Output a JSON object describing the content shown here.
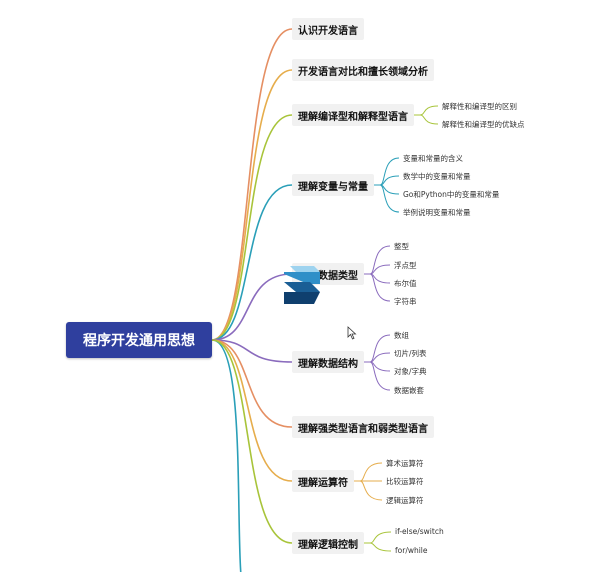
{
  "root": {
    "label": "程序开发通用思想"
  },
  "branches": [
    {
      "label": "认识开发语言",
      "color": "#e58f63",
      "children": []
    },
    {
      "label": "开发语言对比和擅长领域分析",
      "color": "#e6ad4c",
      "children": []
    },
    {
      "label": "理解编译型和解释型语言",
      "color": "#a8c43a",
      "children": [
        "解释性和编译型的区别",
        "解释性和编译型的优缺点"
      ]
    },
    {
      "label": "理解变量与常量",
      "color": "#2a9fb8",
      "children": [
        "变量和常量的含义",
        "数学中的变量和常量",
        "Go和Python中的变量和常量",
        "举例说明变量和常量"
      ]
    },
    {
      "label": "理解数据类型",
      "color": "#8a6bbd",
      "children": [
        "整型",
        "浮点型",
        "布尔值",
        "字符串"
      ]
    },
    {
      "label": "理解数据结构",
      "color": "#8a6bbd",
      "children": [
        "数组",
        "切片/列表",
        "对象/字典",
        "数据嵌套"
      ]
    },
    {
      "label": "理解强类型语言和弱类型语言",
      "color": "#e58f63",
      "children": []
    },
    {
      "label": "理解运算符",
      "color": "#e6ad4c",
      "children": [
        "算术运算符",
        "比较运算符",
        "逻辑运算符"
      ]
    },
    {
      "label": "理解逻辑控制",
      "color": "#a8c43a",
      "children": [
        "if-else/switch",
        "for/while"
      ]
    }
  ],
  "icons": {
    "watermark": "s-logo-icon",
    "cursor": "mouse-pointer-icon"
  }
}
